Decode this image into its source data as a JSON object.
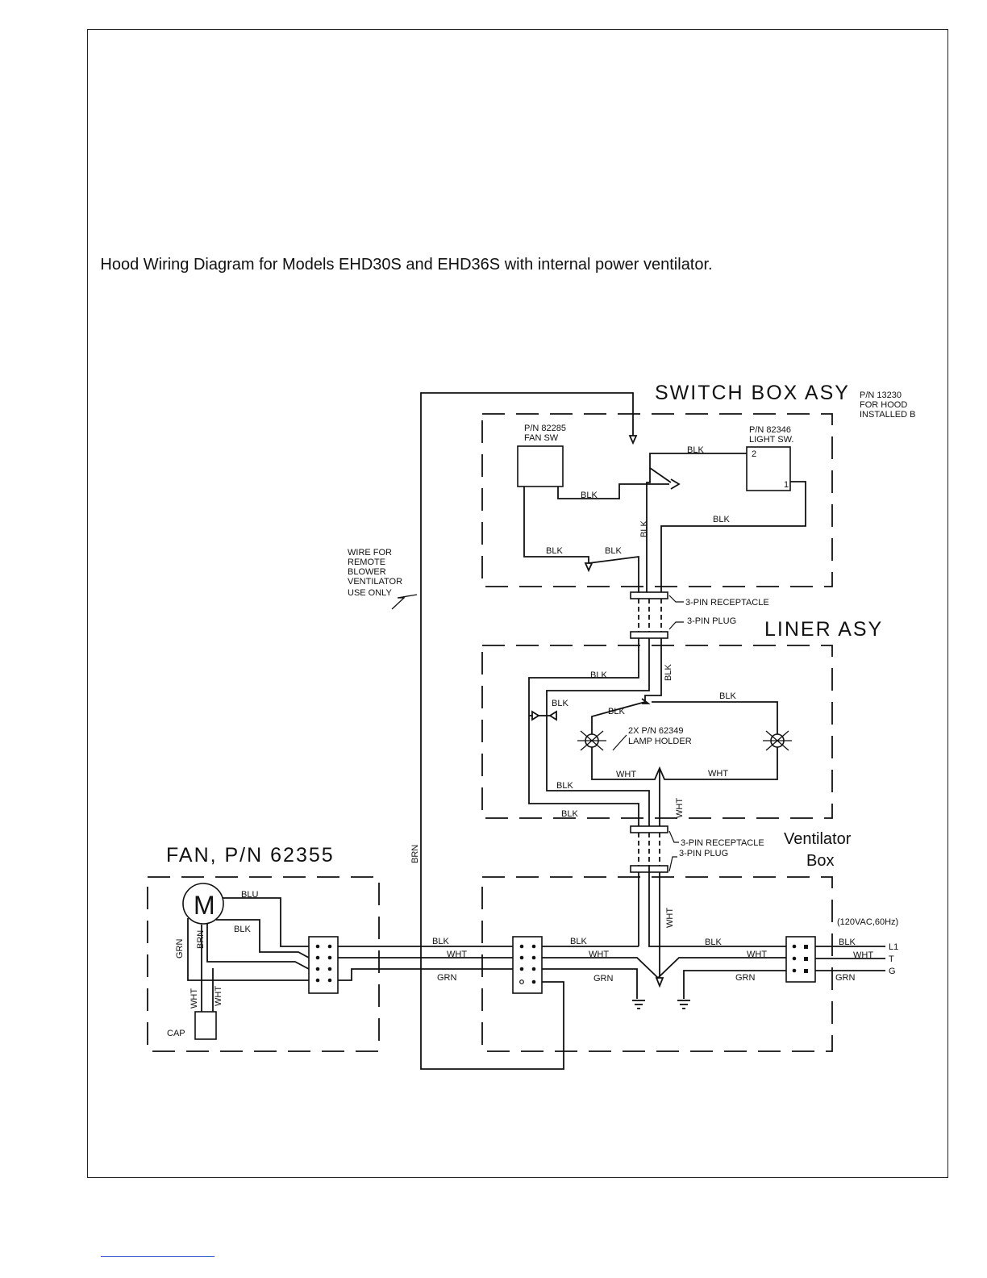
{
  "title": "Hood Wiring Diagram for Models EHD30S and EHD36S with internal power ventilator.",
  "sections": {
    "switch_box": "SWITCH BOX ASY",
    "liner": "LINER ASY",
    "ventilator_line1": "Ventilator",
    "ventilator_line2": "Box",
    "fan": "FAN, P/N 62355"
  },
  "part_notes": {
    "hood_pn_1": "P/N 13230",
    "hood_pn_2": "FOR HOOD",
    "hood_pn_3": "INSTALLED B",
    "fan_sw_1": "P/N 82285",
    "fan_sw_2": "FAN SW",
    "light_sw_1": "P/N 82346",
    "light_sw_2": "LIGHT SW.",
    "lamp_1": "2X P/N 62349",
    "lamp_2": "LAMP HOLDER",
    "remote_1": "WIRE FOR",
    "remote_2": "REMOTE",
    "remote_3": "BLOWER",
    "remote_4": "VENTILATOR",
    "remote_5": "USE ONLY",
    "receptacle": "3-PIN RECEPTACLE",
    "plug": "3-PIN PLUG",
    "power": "(120VAC,60Hz)",
    "cap": "CAP",
    "motor": "M",
    "switch_term_2": "2",
    "switch_term_1": "1"
  },
  "wire_labels": {
    "blk": "BLK",
    "wht": "WHT",
    "grn": "GRN",
    "brn": "BRN",
    "blu": "BLU"
  },
  "terminals": {
    "l1": "L1",
    "t": "T",
    "g": "G"
  }
}
